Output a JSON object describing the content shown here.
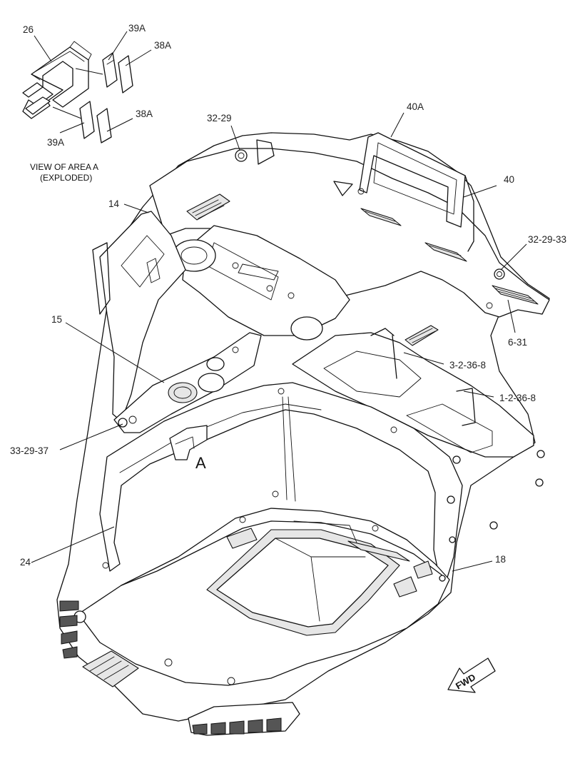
{
  "callouts": {
    "c26": "26",
    "c39a_top": "39A",
    "c38a_top": "38A",
    "c38a_bottom": "38A",
    "c39a_bottom": "39A",
    "c32_29": "32-29",
    "c40a": "40A",
    "c40": "40",
    "c32_29_33": "32-29-33",
    "c14": "14",
    "c15": "15",
    "c6_31": "6-31",
    "c3_2_36_8": "3-2-36-8",
    "c1_2_36_8": "1-2-36-8",
    "c33_29_37": "33-29-37",
    "cA": "A",
    "c24": "24",
    "c18": "18"
  },
  "inset_caption": {
    "line1": "VIEW OF AREA  A",
    "line2": "(EXPLODED)"
  },
  "direction_arrow": {
    "label": "FWD",
    "icon": "forward-arrow-icon"
  },
  "colors": {
    "line": "#111111",
    "background": "#ffffff",
    "shade": "#e6e6e6"
  }
}
